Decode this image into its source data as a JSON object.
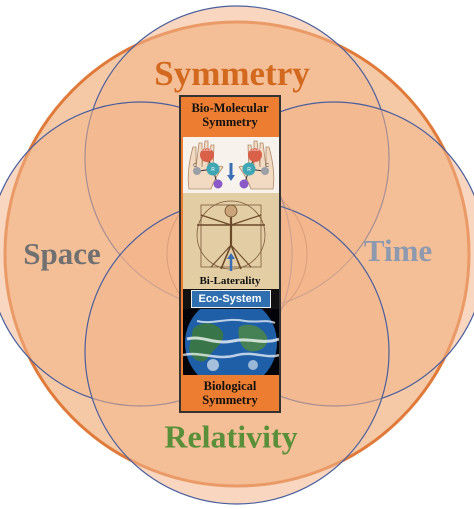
{
  "labels": {
    "symmetry": "Symmetry",
    "space": "Space",
    "time": "Time",
    "relativity": "Relativity"
  },
  "panel": {
    "top_title": "Bio-Molecular Symmetry",
    "bi_laterality": "Bi-Laterality",
    "eco_system": "Eco-System",
    "bottom_title": "Biological Symmetry"
  },
  "molecule_labels": {
    "left_group": "COOH",
    "right_group": "COOH",
    "left_center": "R",
    "right_center": "R",
    "left_side": "C",
    "right_side": "C"
  },
  "colors": {
    "circle_fill": "#f4bf9a",
    "outer_ring": "#e07a3a",
    "circle_stroke": "#4a5f9e",
    "symmetry_text": "#d2691e",
    "space_text": "#707070",
    "time_text": "#8d99ae",
    "relativity_text": "#5a8f3a",
    "panel_orange": "#ed7d31",
    "eco_blue": "#2f6fb0"
  },
  "icons": [
    "hands-molecule-icon",
    "vitruvian-man-icon",
    "earth-globe-icon",
    "double-arrow-icon"
  ]
}
